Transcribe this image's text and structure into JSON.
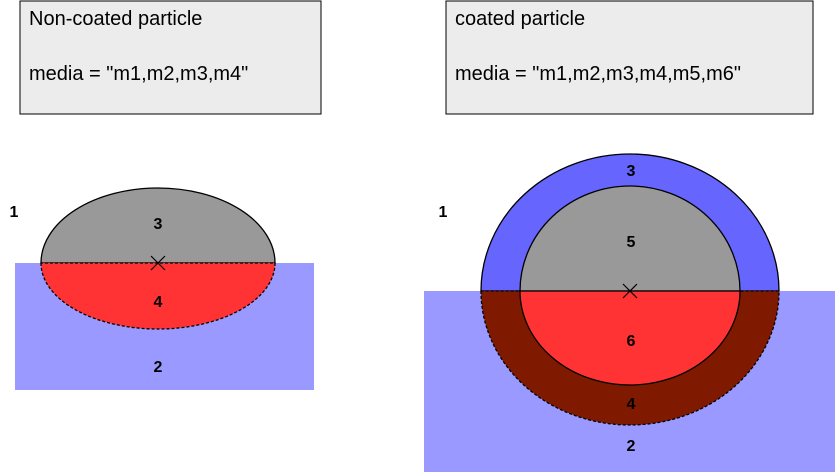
{
  "left_panel": {
    "title": "Non-coated particle",
    "media_line": "media = \"m1,m2,m3,m4\"",
    "labels": {
      "r1": "1",
      "r2": "2",
      "r3": "3",
      "r4": "4"
    }
  },
  "right_panel": {
    "title": "coated particle",
    "media_line": "media = \"m1,m2,m3,m4,m5,m6\"",
    "labels": {
      "r1": "1",
      "r2": "2",
      "r3": "3",
      "r4": "4",
      "r5": "5",
      "r6": "6"
    }
  },
  "colors": {
    "substrate": "#9999ff",
    "upper_core": "#999999",
    "lower_core": "#ff3333",
    "coating_upper": "#6666ff",
    "coating_lower": "#7f1a00",
    "caption_box": "#ececec"
  }
}
